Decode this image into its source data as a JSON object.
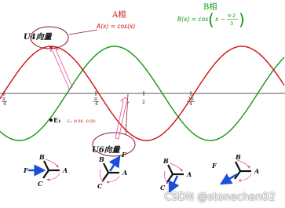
{
  "phase_a": {
    "title": "A相",
    "formula": "A(x) = cos(x)"
  },
  "phase_b": {
    "title": "B相",
    "formula_prefix": "B(x) = cos",
    "formula_x": "x −",
    "formula_num": "π·2",
    "formula_den": "3"
  },
  "labels": {
    "u4": "U4向量",
    "u6": "U6向量",
    "e1": "E₁",
    "e1_coords": "E₁: (0.98, -0.50)"
  },
  "ticks": {
    "t1_num": "π",
    "t1_den": "4",
    "t2_num": "π",
    "t2_den": "4",
    "t3": "2",
    "t4_num": "3π",
    "t4_den": "4"
  },
  "vector_diagrams": [
    {
      "id": "d1",
      "labels": [
        "B",
        "F",
        "C",
        "A"
      ]
    },
    {
      "id": "d2",
      "labels": [
        "B",
        "F",
        "C",
        "A"
      ]
    },
    {
      "id": "d3",
      "labels": [
        "B",
        "A",
        "C"
      ]
    },
    {
      "id": "d4",
      "labels": [
        "B",
        "F",
        "A"
      ]
    }
  ],
  "watermark": "CSDN @stonechan02",
  "colors": {
    "phase_a": "#cc1111",
    "phase_b": "#119911",
    "axis": "#222222",
    "arrow_blue": "#1a4fd6",
    "arrow_pink": "#e04a9a",
    "ellipse": "#8a1a2a"
  }
}
